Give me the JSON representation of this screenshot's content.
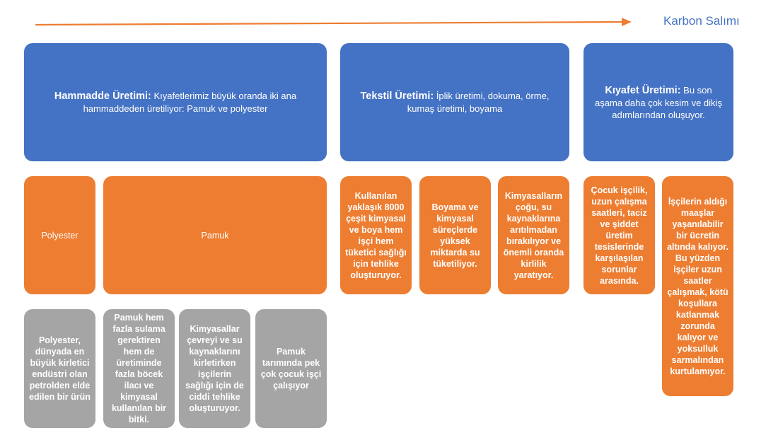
{
  "header": {
    "carbon_label": "Karbon Salımı"
  },
  "stages": [
    {
      "title": "Hammadde Üretimi:",
      "text": " Kıyafetlerimiz büyük oranda iki ana hammaddeden üretiliyor: Pamuk ve polyester"
    },
    {
      "title": "Tekstil Üretimi:",
      "text": " İplik üretimi, dokuma, örme, kumaş üretimi, boyama"
    },
    {
      "title": "Kıyafet Üretimi:",
      "text": " Bu son aşama daha çok kesim ve dikiş adımlarından oluşuyor."
    }
  ],
  "materials": [
    {
      "label": "Polyester"
    },
    {
      "label": "Pamuk"
    }
  ],
  "textile_issues": [
    "Kullanılan yaklaşık 8000 çeşit kimyasal ve boya hem işçi hem tüketici sağlığı için tehlike oluşturuyor.",
    "Boyama ve kimyasal süreçlerde yüksek miktarda su tüketiliyor.",
    "Kimyasalların çoğu, su kaynaklarına arıtılmadan bırakılıyor ve önemli oranda kirlilik yaratıyor."
  ],
  "garment_issues": [
    "Çocuk işçilik, uzun çalışma saatleri, taciz ve şiddet üretim tesislerinde karşılaşılan sorunlar arasında.",
    "İşçilerin aldığı maaşlar yaşanılabilir bir ücretin altında kalıyor. Bu yüzden işçiler uzun saatler çalışmak, kötü koşullara katlanmak zorunda kalıyor ve yoksulluk sarmalından kurtulamıyor."
  ],
  "material_issues": [
    "Polyester, dünyada en büyük kirletici endüstri olan petrolden elde edilen bir ürün",
    "Pamuk hem fazla sulama gerektiren hem de üretiminde fazla böcek ilacı ve kimyasal kullanılan bir bitki.",
    "Kimyasallar çevreyi ve su kaynaklarını kirletirken işçilerin sağlığı için de ciddi tehlike oluşturuyor.",
    "Pamuk tarımında pek çok çocuk işçi çalışıyor"
  ],
  "colors": {
    "blue": "#4472c4",
    "orange": "#ed7d31",
    "gray": "#a5a5a5"
  }
}
